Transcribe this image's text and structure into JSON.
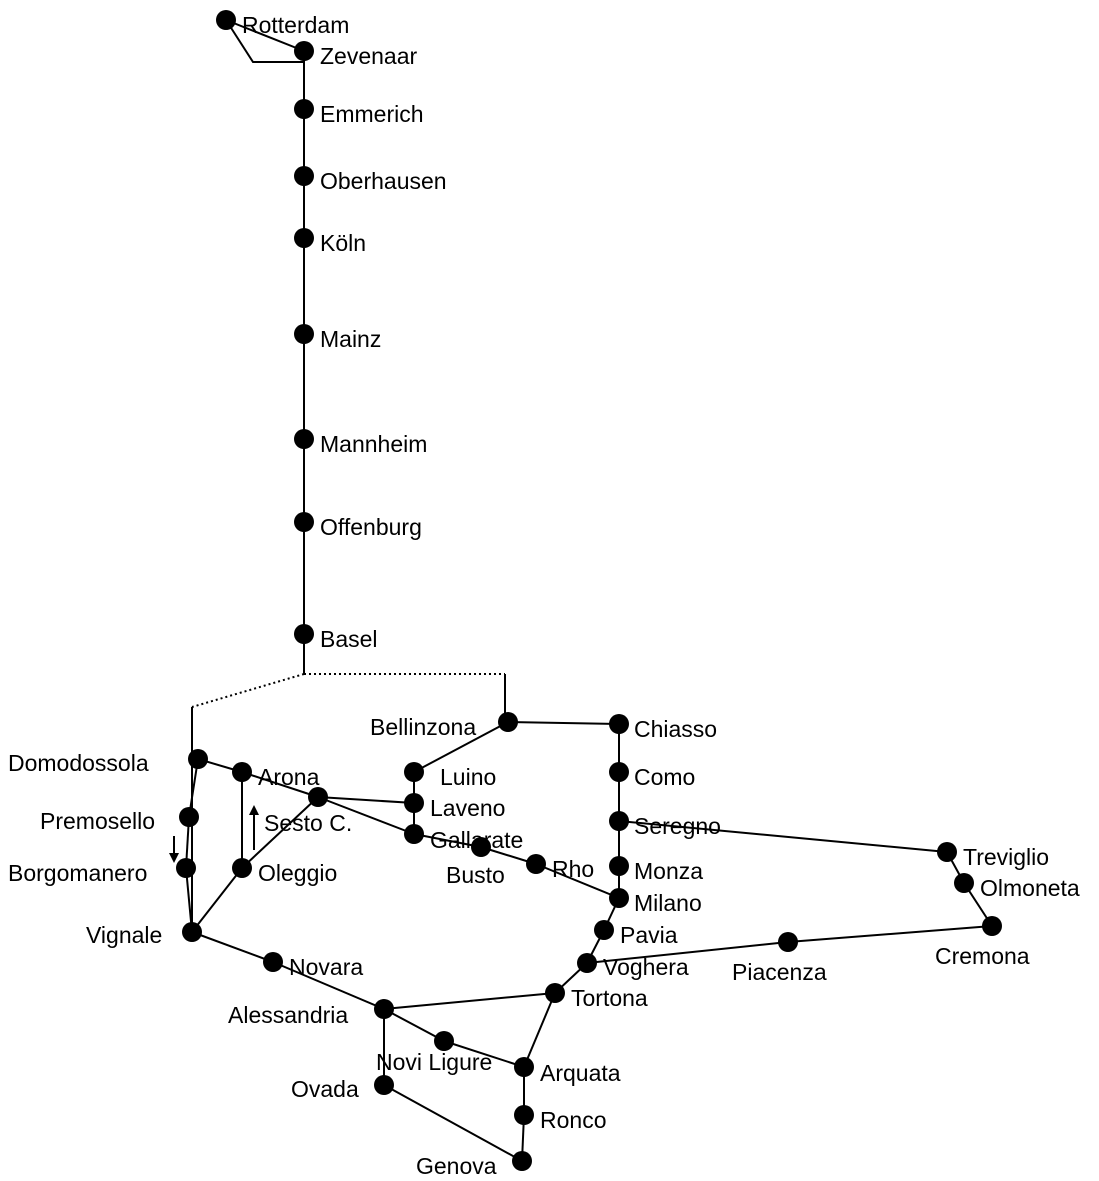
{
  "map": {
    "colors": {
      "line": "#000000",
      "background": "#ffffff",
      "station": "#000000"
    },
    "stations": [
      {
        "id": "rotterdam",
        "label": "Rotterdam"
      },
      {
        "id": "zevenaar",
        "label": "Zevenaar"
      },
      {
        "id": "emmerich",
        "label": "Emmerich"
      },
      {
        "id": "oberhausen",
        "label": "Oberhausen"
      },
      {
        "id": "koln",
        "label": "Köln"
      },
      {
        "id": "mainz",
        "label": "Mainz"
      },
      {
        "id": "mannheim",
        "label": "Mannheim"
      },
      {
        "id": "offenburg",
        "label": "Offenburg"
      },
      {
        "id": "basel",
        "label": "Basel"
      },
      {
        "id": "bellinzona",
        "label": "Bellinzona"
      },
      {
        "id": "chiasso",
        "label": "Chiasso"
      },
      {
        "id": "domodossola",
        "label": "Domodossola"
      },
      {
        "id": "arona",
        "label": "Arona"
      },
      {
        "id": "luino",
        "label": "Luino"
      },
      {
        "id": "como",
        "label": "Como"
      },
      {
        "id": "laveno",
        "label": "Laveno"
      },
      {
        "id": "sesto",
        "label": "Sesto C."
      },
      {
        "id": "premosello",
        "label": "Premosello"
      },
      {
        "id": "gallarate",
        "label": "Gallarate"
      },
      {
        "id": "seregno",
        "label": "Seregno"
      },
      {
        "id": "busto",
        "label": "Busto"
      },
      {
        "id": "rho",
        "label": "Rho"
      },
      {
        "id": "monza",
        "label": "Monza"
      },
      {
        "id": "treviglio",
        "label": "Treviglio"
      },
      {
        "id": "borgomanero",
        "label": "Borgomanero"
      },
      {
        "id": "oleggio",
        "label": "Oleggio"
      },
      {
        "id": "olmoneta",
        "label": "Olmoneta"
      },
      {
        "id": "milano",
        "label": "Milano"
      },
      {
        "id": "vignale",
        "label": "Vignale"
      },
      {
        "id": "pavia",
        "label": "Pavia"
      },
      {
        "id": "cremona",
        "label": "Cremona"
      },
      {
        "id": "piacenza",
        "label": "Piacenza"
      },
      {
        "id": "novara",
        "label": "Novara"
      },
      {
        "id": "voghera",
        "label": "Voghera"
      },
      {
        "id": "tortona",
        "label": "Tortona"
      },
      {
        "id": "alessandria",
        "label": "Alessandria"
      },
      {
        "id": "novi",
        "label": "Novi Ligure"
      },
      {
        "id": "arquata",
        "label": "Arquata"
      },
      {
        "id": "ovada",
        "label": "Ovada"
      },
      {
        "id": "ronco",
        "label": "Ronco"
      },
      {
        "id": "genova",
        "label": "Genova"
      }
    ],
    "connections": [
      [
        "rotterdam",
        "zevenaar"
      ],
      [
        "zevenaar",
        "emmerich"
      ],
      [
        "emmerich",
        "oberhausen"
      ],
      [
        "oberhausen",
        "koln"
      ],
      [
        "koln",
        "mainz"
      ],
      [
        "mainz",
        "mannheim"
      ],
      [
        "mannheim",
        "offenburg"
      ],
      [
        "offenburg",
        "basel"
      ],
      [
        "bellinzona",
        "chiasso"
      ],
      [
        "bellinzona",
        "luino"
      ],
      [
        "luino",
        "laveno"
      ],
      [
        "laveno",
        "gallarate"
      ],
      [
        "laveno",
        "sesto"
      ],
      [
        "chiasso",
        "como"
      ],
      [
        "como",
        "seregno"
      ],
      [
        "seregno",
        "monza"
      ],
      [
        "monza",
        "milano"
      ],
      [
        "seregno",
        "treviglio"
      ],
      [
        "treviglio",
        "olmoneta"
      ],
      [
        "olmoneta",
        "cremona"
      ],
      [
        "cremona",
        "piacenza"
      ],
      [
        "piacenza",
        "voghera"
      ],
      [
        "domodossola",
        "arona"
      ],
      [
        "arona",
        "sesto"
      ],
      [
        "sesto",
        "gallarate"
      ],
      [
        "gallarate",
        "busto"
      ],
      [
        "busto",
        "rho"
      ],
      [
        "rho",
        "milano"
      ],
      [
        "domodossola",
        "premosello"
      ],
      [
        "premosello",
        "borgomanero"
      ],
      [
        "borgomanero",
        "vignale"
      ],
      [
        "vignale",
        "oleggio"
      ],
      [
        "oleggio",
        "sesto"
      ],
      [
        "arona",
        "oleggio"
      ],
      [
        "vignale",
        "novara"
      ],
      [
        "novara",
        "alessandria"
      ],
      [
        "milano",
        "pavia"
      ],
      [
        "pavia",
        "voghera"
      ],
      [
        "voghera",
        "tortona"
      ],
      [
        "alessandria",
        "tortona"
      ],
      [
        "alessandria",
        "novi"
      ],
      [
        "novi",
        "arquata"
      ],
      [
        "tortona",
        "arquata"
      ],
      [
        "alessandria",
        "ovada"
      ],
      [
        "ovada",
        "genova"
      ],
      [
        "arquata",
        "ronco"
      ],
      [
        "ronco",
        "genova"
      ]
    ]
  }
}
